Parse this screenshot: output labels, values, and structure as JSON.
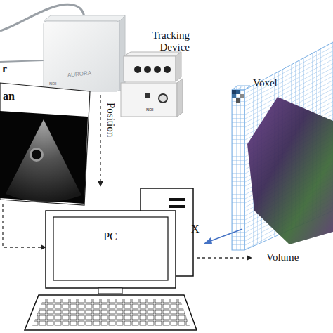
{
  "diagram": {
    "nodes": [
      {
        "text": [
          "Tracking Device"
        ]
      },
      {
        "text": [
          "an"
        ]
      },
      {
        "text": [
          "PC"
        ]
      },
      {
        "text": [
          "Voxel"
        ]
      }
    ],
    "edges": [
      {
        "from": 0,
        "to": 2,
        "label": "Position",
        "arrow": "to"
      },
      {
        "from": 1,
        "to": 2,
        "arrow": "to"
      },
      {
        "from": 2,
        "to": 3,
        "label": "Volume",
        "arrow": "to"
      }
    ],
    "labels": [
      "r",
      "AURORA",
      "NDI",
      "NDI",
      "X"
    ]
  }
}
